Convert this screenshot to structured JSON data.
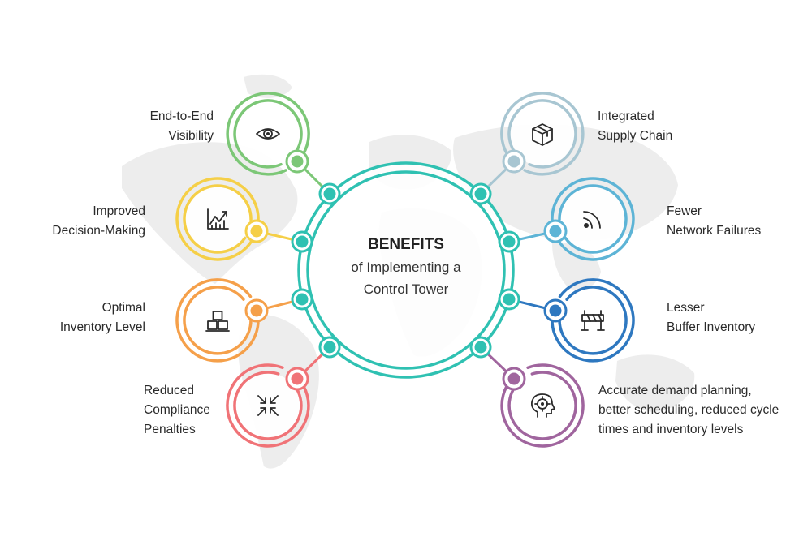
{
  "center": {
    "title": "BENEFITS",
    "subtitle_line1": "of Implementing a",
    "subtitle_line2": "Control Tower",
    "color": "#2fc1b2"
  },
  "left_benefits": [
    {
      "line1": "End-to-End",
      "line2": "Visibility",
      "icon": "eye-icon",
      "color": "#7cc777"
    },
    {
      "line1": "Improved",
      "line2": "Decision-Making",
      "icon": "line-chart-icon",
      "color": "#f5cf47"
    },
    {
      "line1": "Optimal",
      "line2": "Inventory Level",
      "icon": "stacked-boxes-icon",
      "color": "#f5a04a"
    },
    {
      "line1": "Reduced",
      "line2": "Compliance",
      "line3": "Penalties",
      "icon": "compress-arrows-icon",
      "color": "#f07377"
    }
  ],
  "right_benefits": [
    {
      "line1": "Integrated",
      "line2": "Supply Chain",
      "icon": "package-box-icon",
      "color": "#a8c6d2"
    },
    {
      "line1": "Fewer",
      "line2": "Network Failures",
      "icon": "rss-signal-icon",
      "color": "#5db4d6"
    },
    {
      "line1": "Lesser",
      "line2": "Buffer Inventory",
      "icon": "barrier-icon",
      "color": "#2e78c0"
    },
    {
      "line1": "Accurate demand planning,",
      "line2": "better scheduling, reduced cycle",
      "line3": "times and inventory levels",
      "icon": "target-head-icon",
      "color": "#a0659e"
    }
  ]
}
